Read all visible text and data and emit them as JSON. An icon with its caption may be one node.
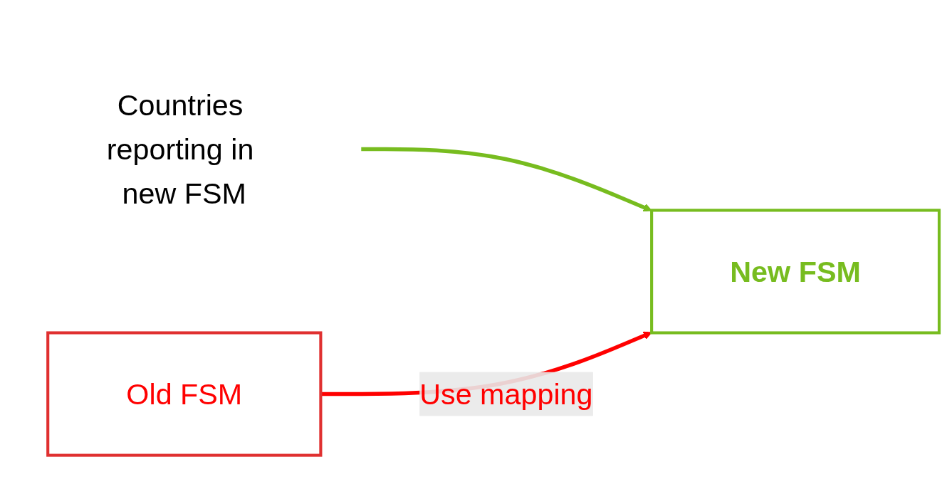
{
  "diagram": {
    "nodes": [
      {
        "text": [
          "Countries reporting in new FSM"
        ]
      },
      {
        "text": [
          "New FSM"
        ]
      },
      {
        "text": [
          "Old FSM"
        ]
      }
    ],
    "edges": [
      {
        "from": 0,
        "to": 1,
        "arrow": "to",
        "color": "#77bc1f"
      },
      {
        "from": 2,
        "to": 1,
        "arrow": "to",
        "color": "#ff0000",
        "label": "Use mapping"
      }
    ]
  }
}
